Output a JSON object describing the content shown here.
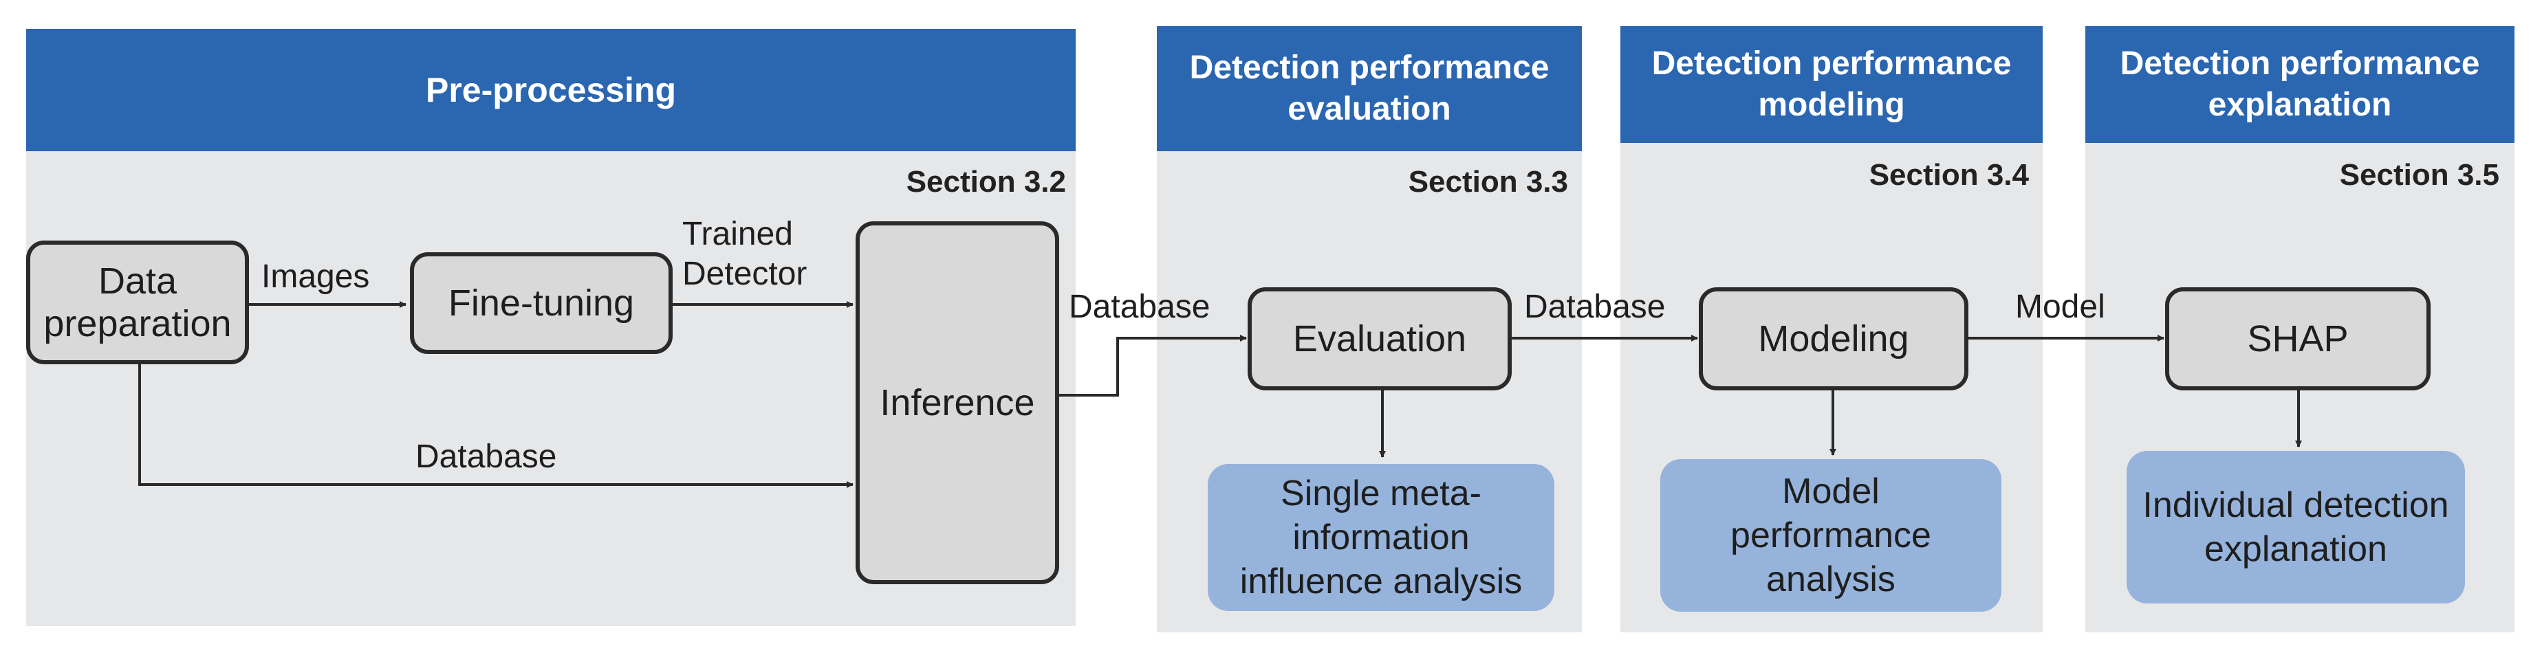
{
  "stages": [
    {
      "title": "Pre-processing",
      "section": "Section 3.2"
    },
    {
      "title": "Detection performance\nevaluation",
      "section": "Section 3.3"
    },
    {
      "title": "Detection performance\nmodeling",
      "section": "Section 3.4"
    },
    {
      "title": "Detection performance\nexplanation",
      "section": "Section 3.5"
    }
  ],
  "nodes": {
    "data_preparation": "Data\npreparation",
    "fine_tuning": "Fine-tuning",
    "inference": "Inference",
    "evaluation": "Evaluation",
    "modeling": "Modeling",
    "shap": "SHAP"
  },
  "outputs": {
    "single_meta": "Single meta-\ninformation\ninfluence analysis",
    "model_performance": "Model\nperformance\nanalysis",
    "individual_detection": "Individual detection\nexplanation"
  },
  "edge_labels": {
    "images": "Images",
    "trained_detector": "Trained\nDetector",
    "database_pre": "Database",
    "database_eval": "Database",
    "database_model": "Database",
    "model": "Model"
  },
  "colors": {
    "header_blue": "#2b66b1",
    "panel_gray": "#e6e7e9",
    "box_gray": "#d9d9da",
    "output_blue": "#96b3db"
  }
}
